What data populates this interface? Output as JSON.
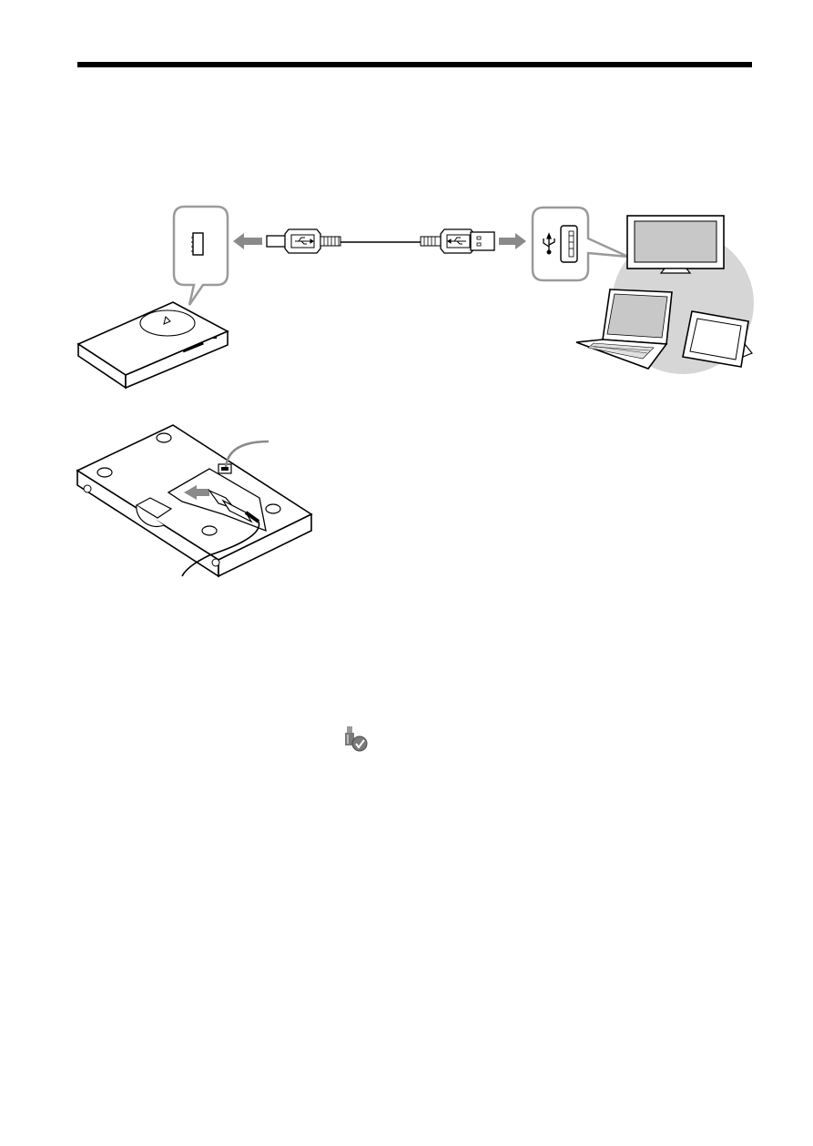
{
  "page": {
    "header_rule": "thick-black-rule",
    "background": "#ffffff"
  },
  "colors": {
    "line": "#000000",
    "arrow": "#8a8a8a",
    "circle_backdrop": "#d6d6d6",
    "screen_fill": "#c8c8c8",
    "icon_shield": "#7a7a7a"
  },
  "figure_1": {
    "items": [
      {
        "name": "storage-device",
        "icon": "wireless-storage-device"
      },
      {
        "name": "device-micro-usb-port-callout",
        "icon": "micro-usb-port-icon"
      },
      {
        "name": "usb-cable",
        "icon": "usb-cable",
        "connector_left": "micro-usb-plug",
        "connector_right": "usb-a-plug"
      },
      {
        "name": "host-usb-port-callout",
        "icon": "usb-trident-icon"
      },
      {
        "name": "host-devices",
        "icons": [
          "tv-icon",
          "laptop-icon",
          "photo-frame-icon"
        ]
      }
    ]
  },
  "figure_2": {
    "items": [
      {
        "name": "device-underside",
        "icon": "device-bottom-view"
      },
      {
        "name": "cable-routing",
        "icon": "cable-channel"
      },
      {
        "name": "insert-direction-arrow",
        "icon": "arrow-right-icon"
      }
    ]
  },
  "tray_icon": {
    "name": "safely-remove-hardware-icon"
  }
}
